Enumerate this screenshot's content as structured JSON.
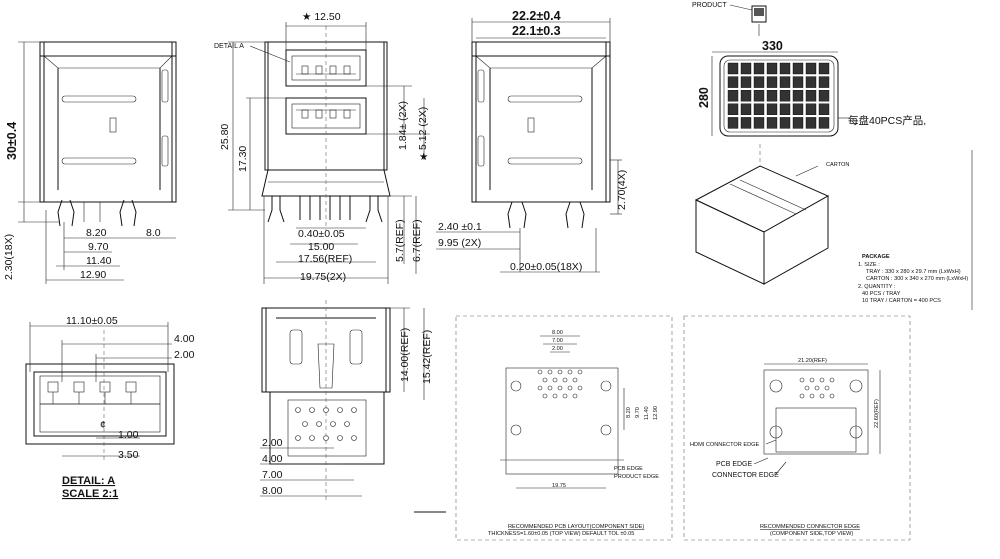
{
  "front_view": {
    "star_12_50": "★ 12.50",
    "detail_a": "DETAIL A",
    "height_30": "30±0.4",
    "h_25_80": "25.80",
    "h_17_30": "17.30",
    "h_1_84": "1.84± (2X)",
    "h_5_12": "5.12 (2X)",
    "star": "★",
    "d_0_40": "0.40±0.05",
    "d_15_00": "15.00",
    "d_17_56": "17.56(REF)",
    "d_19_75": "19.75(2X)",
    "d_5_7": "5.7(REF)",
    "d_6_7": "6.7(REF)",
    "d_8_20": "8.20",
    "d_8_0": "8.0",
    "d_9_70": "9.70",
    "d_11_40": "11.40",
    "d_12_90": "12.90",
    "d_2_30": "2.30(18X)"
  },
  "side_view": {
    "w_22_2": "22.2±0.4",
    "w_22_1": "22.1±0.3",
    "h_2_70": "2.70(4X)",
    "d_2_40": "2.40  ±0.1",
    "d_9_95": "9.95  (2X)",
    "d_0_20": "0.20±0.05(18X)"
  },
  "detail_a": {
    "w_11_10": "11.10±0.05",
    "d_4_00": "4.00",
    "d_2_00": "2.00",
    "d_1_00": "1.00",
    "d_3_50": "3.50",
    "cl": "¢",
    "title": "DETAIL: A",
    "scale": "SCALE 2:1"
  },
  "bottom_view": {
    "h_14_00": "14.00(REF)",
    "h_15_42": "15.42(REF)",
    "d_2_00": "2.00",
    "d_4_00": "4.00",
    "d_7_00": "7.00",
    "d_8_00": "8.00"
  },
  "pcb_layout": {
    "d_8_00": "8.00",
    "d_7_00": "7.00",
    "d_2_00": "2.00",
    "d_8_20": "8.20",
    "d_9_70": "9.70",
    "d_11_40": "11.40",
    "d_12_90": "12.90",
    "d_19_75": "19.75",
    "pcb_edge": "PCB EDGE",
    "product_edge": "PRODUCT EDGE",
    "title": "RECOMMENDED PCB LAYOUT(COMPONENT SIDE)",
    "thickness": "THICKNESS=1.60±0.05  (TOP VIEW)  DEFAULT TOL  ±0.05"
  },
  "connector_edge": {
    "d_21_20": "21.20(REF)",
    "d_22_60": "22.60(REF)",
    "hdmi_edge": "HDMI CONNECTOR EDGE",
    "pcb_edge": "PCB EDGE",
    "connector_edge": "CONNECTOR EDGE",
    "title": "RECOMMENDED CONNECTOR EDGE",
    "subtitle": "(COMPONENT SIDE,TOP VIEW)"
  },
  "packaging": {
    "product_label": "PRODUCT",
    "tray_w": "330",
    "tray_h": "280",
    "tray_note": "每盘40PCS产品,",
    "carton_label": "CARTON",
    "package_title": "PACKAGE",
    "size_line": "1. SIZE :",
    "tray_size": "TRAY : 330 x 280 x 29.7 mm (LxWxH)",
    "carton_size": "CARTON : 300 x 340 x 270 mm (LxWxH)",
    "quantity_line": "2. QUANTITY :",
    "qty_tray": "40 PCS / TRAY",
    "qty_carton": "10 TRAY / CARTON = 400 PCS"
  }
}
